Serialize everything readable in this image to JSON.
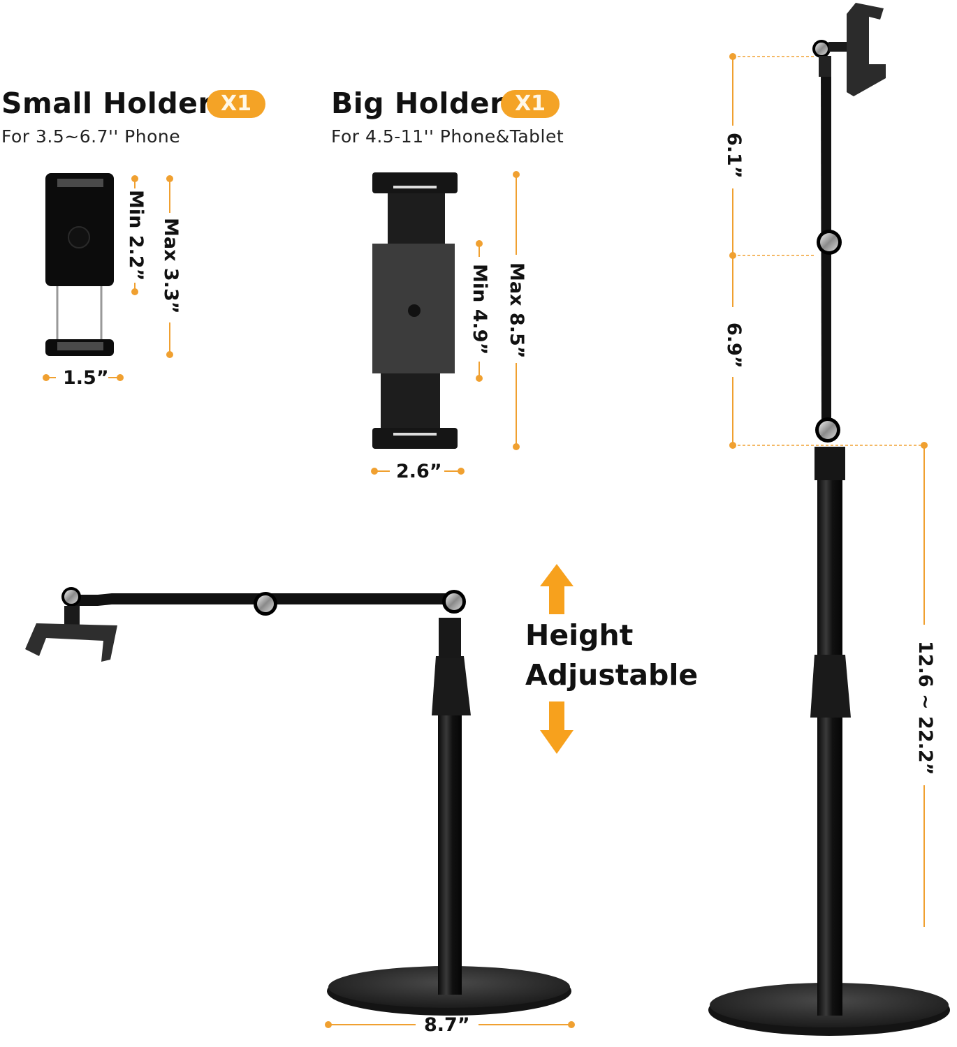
{
  "accent_color": "#f4a326",
  "small_holder": {
    "title": "Small Holder",
    "badge": "X1",
    "subtitle": "For 3.5~6.7'' Phone",
    "dims": {
      "min": "Min 2.2”",
      "max": "Max 3.3”",
      "width": "1.5”"
    }
  },
  "big_holder": {
    "title": "Big Holder",
    "badge": "X1",
    "subtitle": "For 4.5-11'' Phone&Tablet",
    "dims": {
      "min": "Min 4.9”",
      "max": "Max 8.5”",
      "width": "2.6”"
    }
  },
  "height_label": {
    "line1": "Height",
    "line2": "Adjustable"
  },
  "stand_dims": {
    "base_width": "8.7”",
    "upper_arm": "6.1”",
    "lower_arm": "6.9”",
    "pole_height": "12.6 ~ 22.2”"
  }
}
